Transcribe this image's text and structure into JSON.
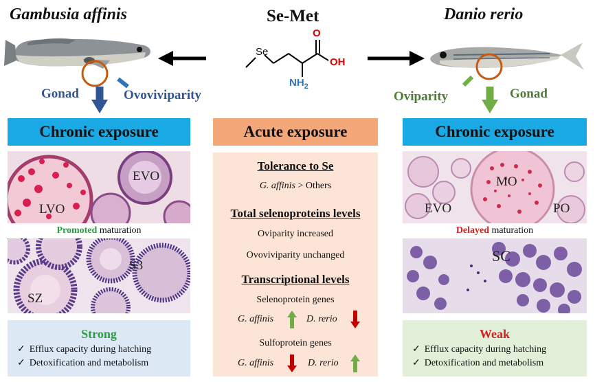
{
  "header": {
    "left_species": "Gambusia affinis",
    "center_title": "Se-Met",
    "right_species": "Danio rerio"
  },
  "molecule": {
    "se_label": "Se",
    "o_label": "O",
    "oh_label": "OH",
    "nh2_label": "NH",
    "nh2_sub": "2"
  },
  "left": {
    "gonad_label": "Gonad",
    "mode_label": "Ovoviviparity",
    "bar_title": "Chronic exposure",
    "img1_labels": [
      "EVO",
      "LVO"
    ],
    "caption_em": "Promoted",
    "caption_rest": " maturation",
    "img2_labels": [
      "S3",
      "SZ"
    ],
    "summary_title": "Strong",
    "summary_items": [
      "Efflux capacity during hatching",
      "Detoxification and metabolism"
    ]
  },
  "right": {
    "mode_label": "Oviparity",
    "gonad_label": "Gonad",
    "bar_title": "Chronic exposure",
    "img1_labels": [
      "MO",
      "EVO",
      "PO"
    ],
    "caption_em": "Delayed",
    "caption_rest": " maturation",
    "img2_labels": [
      "SC"
    ],
    "summary_title": "Weak",
    "summary_items": [
      "Efflux capacity during hatching",
      "Detoxification and metabolism"
    ]
  },
  "center": {
    "bar_title": "Acute exposure",
    "tolerance_title": "Tolerance to Se",
    "tolerance_line_sp": "G. affinis",
    "tolerance_line_rest": " >  Others",
    "total_title": "Total selenoproteins levels",
    "total_lines": [
      "Oviparity increased",
      "Ovoviviparity unchanged"
    ],
    "trans_title": "Transcriptional levels",
    "seleno_label": "Selenoprotein genes",
    "sulfo_label": "Sulfoprotein genes",
    "sp_a": "G. affinis",
    "sp_b": "D. rerio"
  },
  "colors": {
    "blue_bar": "#19a9e5",
    "orange_bar": "#f4a87a",
    "center_bg": "#fce4d6",
    "left_summary_bg": "#dce9f5",
    "right_summary_bg": "#e2efd9",
    "strong_green": "#2e9b45",
    "weak_red": "#d42020",
    "gambusia_blue": "#2f5597",
    "danio_green": "#4e7a37",
    "up_arrow": "#70ad47",
    "down_arrow": "#c00000"
  }
}
